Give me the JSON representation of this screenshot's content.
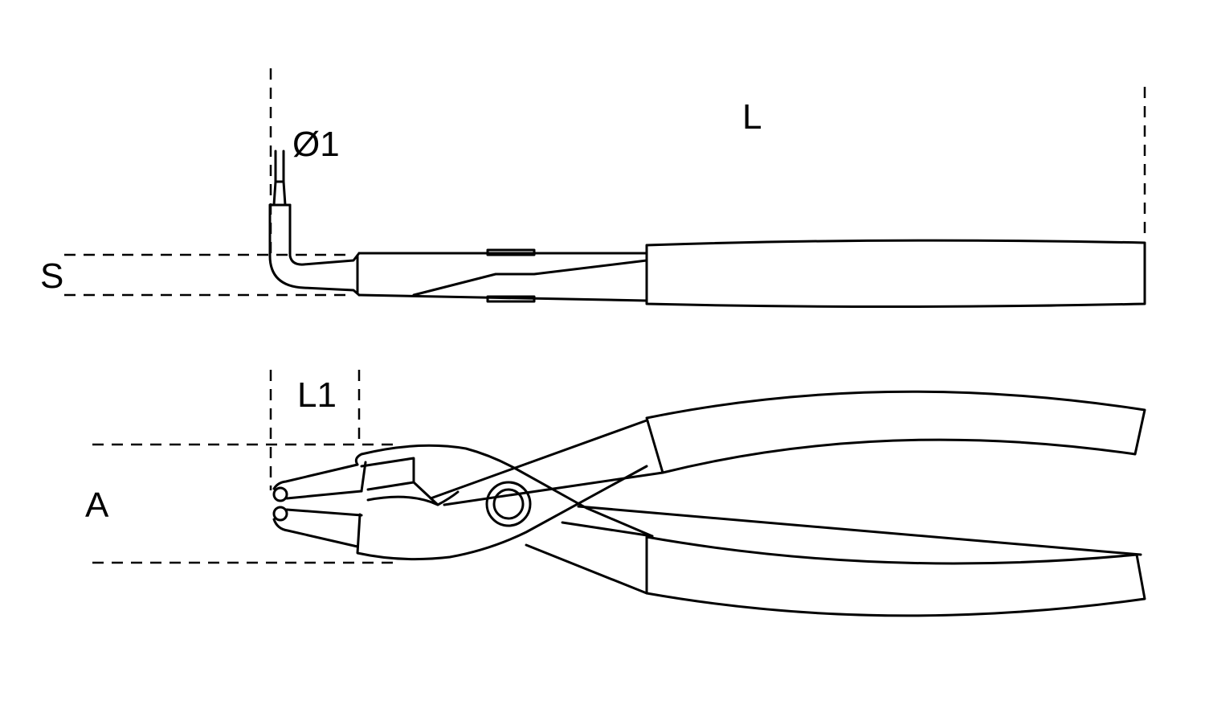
{
  "diagram": {
    "subject": "circlip-pliers-90-degree-tips",
    "line_color": "#000000",
    "background": "#ffffff",
    "labels": {
      "length": "L",
      "tip_diameter": "Ø1",
      "thickness": "S",
      "tip_length": "L1",
      "opening": "A"
    }
  }
}
